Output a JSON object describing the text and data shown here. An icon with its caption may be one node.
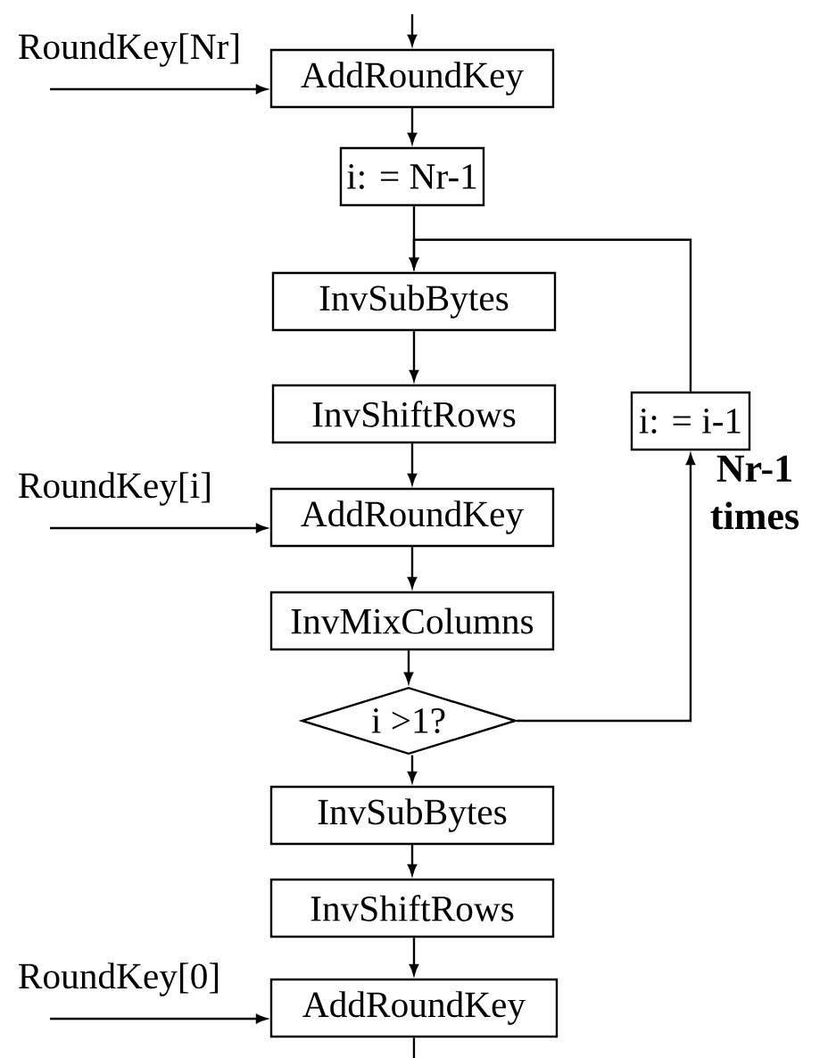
{
  "diagram": {
    "nodes": [
      {
        "text": [
          "AddRoundKey"
        ]
      },
      {
        "text": [
          "i: = Nr-1"
        ]
      },
      {
        "text": [
          "InvSubBytes"
        ]
      },
      {
        "text": [
          "InvShiftRows"
        ]
      },
      {
        "text": [
          "AddRoundKey"
        ]
      },
      {
        "text": [
          "InvMixColumns"
        ]
      },
      {
        "text": [
          "i >1?"
        ]
      },
      {
        "text": [
          "InvSubBytes"
        ]
      },
      {
        "text": [
          "InvShiftRows"
        ]
      },
      {
        "text": [
          "AddRoundKey"
        ]
      },
      {
        "text": [
          "i: = i-1"
        ]
      }
    ],
    "edges": [
      {
        "from": null,
        "to": 0,
        "arrow": "to"
      },
      {
        "from": null,
        "to": 0,
        "arrow": "to",
        "label": "RoundKey[Nr]"
      },
      {
        "from": 0,
        "to": 1,
        "arrow": "to"
      },
      {
        "from": 1,
        "to": 2,
        "arrow": "to"
      },
      {
        "from": 2,
        "to": 3,
        "arrow": "to"
      },
      {
        "from": 3,
        "to": 4,
        "arrow": "to"
      },
      {
        "from": null,
        "to": 4,
        "arrow": "to",
        "label": "RoundKey[i]"
      },
      {
        "from": 4,
        "to": 5,
        "arrow": "to"
      },
      {
        "from": 5,
        "to": 6,
        "arrow": "to"
      },
      {
        "from": 6,
        "to": 10,
        "arrow": "to"
      },
      {
        "from": 10,
        "to": 2,
        "arrow": "to"
      },
      {
        "from": 6,
        "to": 7,
        "arrow": "to"
      },
      {
        "from": 7,
        "to": 8,
        "arrow": "to"
      },
      {
        "from": 8,
        "to": 9,
        "arrow": "to"
      },
      {
        "from": null,
        "to": 9,
        "arrow": "to",
        "label": "RoundKey[0]"
      },
      {
        "from": 9,
        "to": null,
        "arrow": "none"
      }
    ],
    "labels": [
      "Nr-1 times"
    ]
  }
}
